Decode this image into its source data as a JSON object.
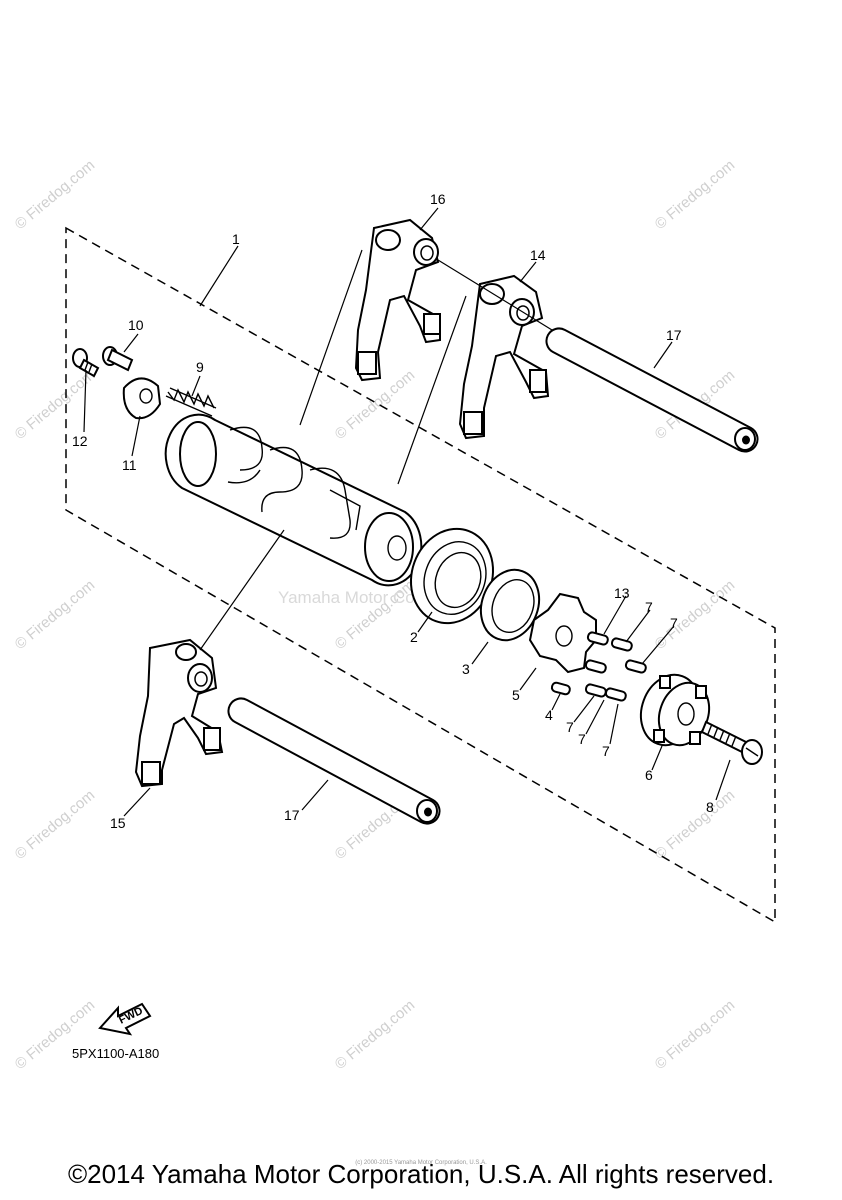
{
  "watermark": {
    "site": "© Firedog.com",
    "center_text": "Yamaha Motor Corp., U.S.A."
  },
  "callouts": {
    "p1": "1",
    "p2": "2",
    "p3": "3",
    "p4": "4",
    "p5": "5",
    "p6": "6",
    "p7": "7",
    "p8": "8",
    "p9": "9",
    "p10": "10",
    "p11": "11",
    "p12": "12",
    "p13": "13",
    "p14": "14",
    "p15": "15",
    "p16": "16",
    "p17": "17"
  },
  "fwd_label": "FWD",
  "diagram_code": "5PX1100-A180",
  "footer": {
    "copyright": "©2014 Yamaha Motor Corporation, U.S.A. All rights reserved.",
    "fine_print": "(c) 2000-2015 Yamaha Motor Corporation, U.S.A."
  }
}
